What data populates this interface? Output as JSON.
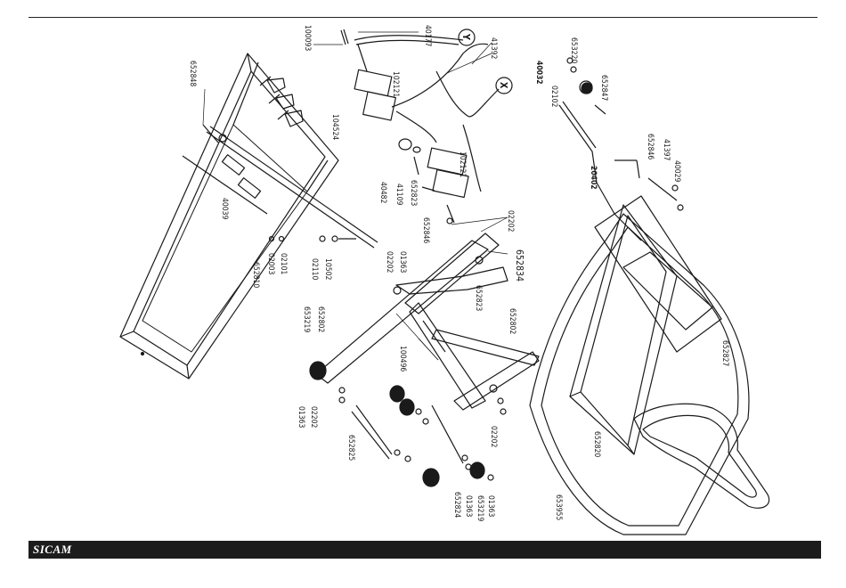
{
  "brand": {
    "logo_text": "SICAM"
  },
  "callouts": {
    "c100093": "100093",
    "c40177": "40177",
    "c41392": "41392",
    "cY": "Y",
    "cX": "X",
    "c652848": "652848",
    "c102121a": "102121",
    "c102121b": "102121",
    "c104524": "104524",
    "c40482": "40482",
    "c41109": "41109",
    "c652823a": "652823",
    "c40039": "40039",
    "c652810": "652810",
    "c02101": "02101",
    "c02003": "02003",
    "c10502": "10502",
    "c02110": "02110",
    "c40032": "40032",
    "c02102": "02102",
    "c653220": "653220",
    "c652847": "652847",
    "c652846a": "652846",
    "c41397": "41397",
    "c40029": "40029",
    "c20402": "20402",
    "c02202a": "02202",
    "c652846b": "652846",
    "c652834": "652834",
    "c01363a": "01363",
    "c02202b": "02202",
    "c652823b": "652823",
    "c652802a": "652802",
    "c653219a": "653219",
    "c100496": "100496",
    "c652802b": "652802",
    "c652827": "652827",
    "c02202c": "02202",
    "c01363b": "01363",
    "c652825": "652825",
    "c02202d": "02202",
    "c652820": "652820",
    "c652824": "652824",
    "c01363c": "01363",
    "c653219b": "653219",
    "c01363d": "01363",
    "c653955": "653955"
  }
}
